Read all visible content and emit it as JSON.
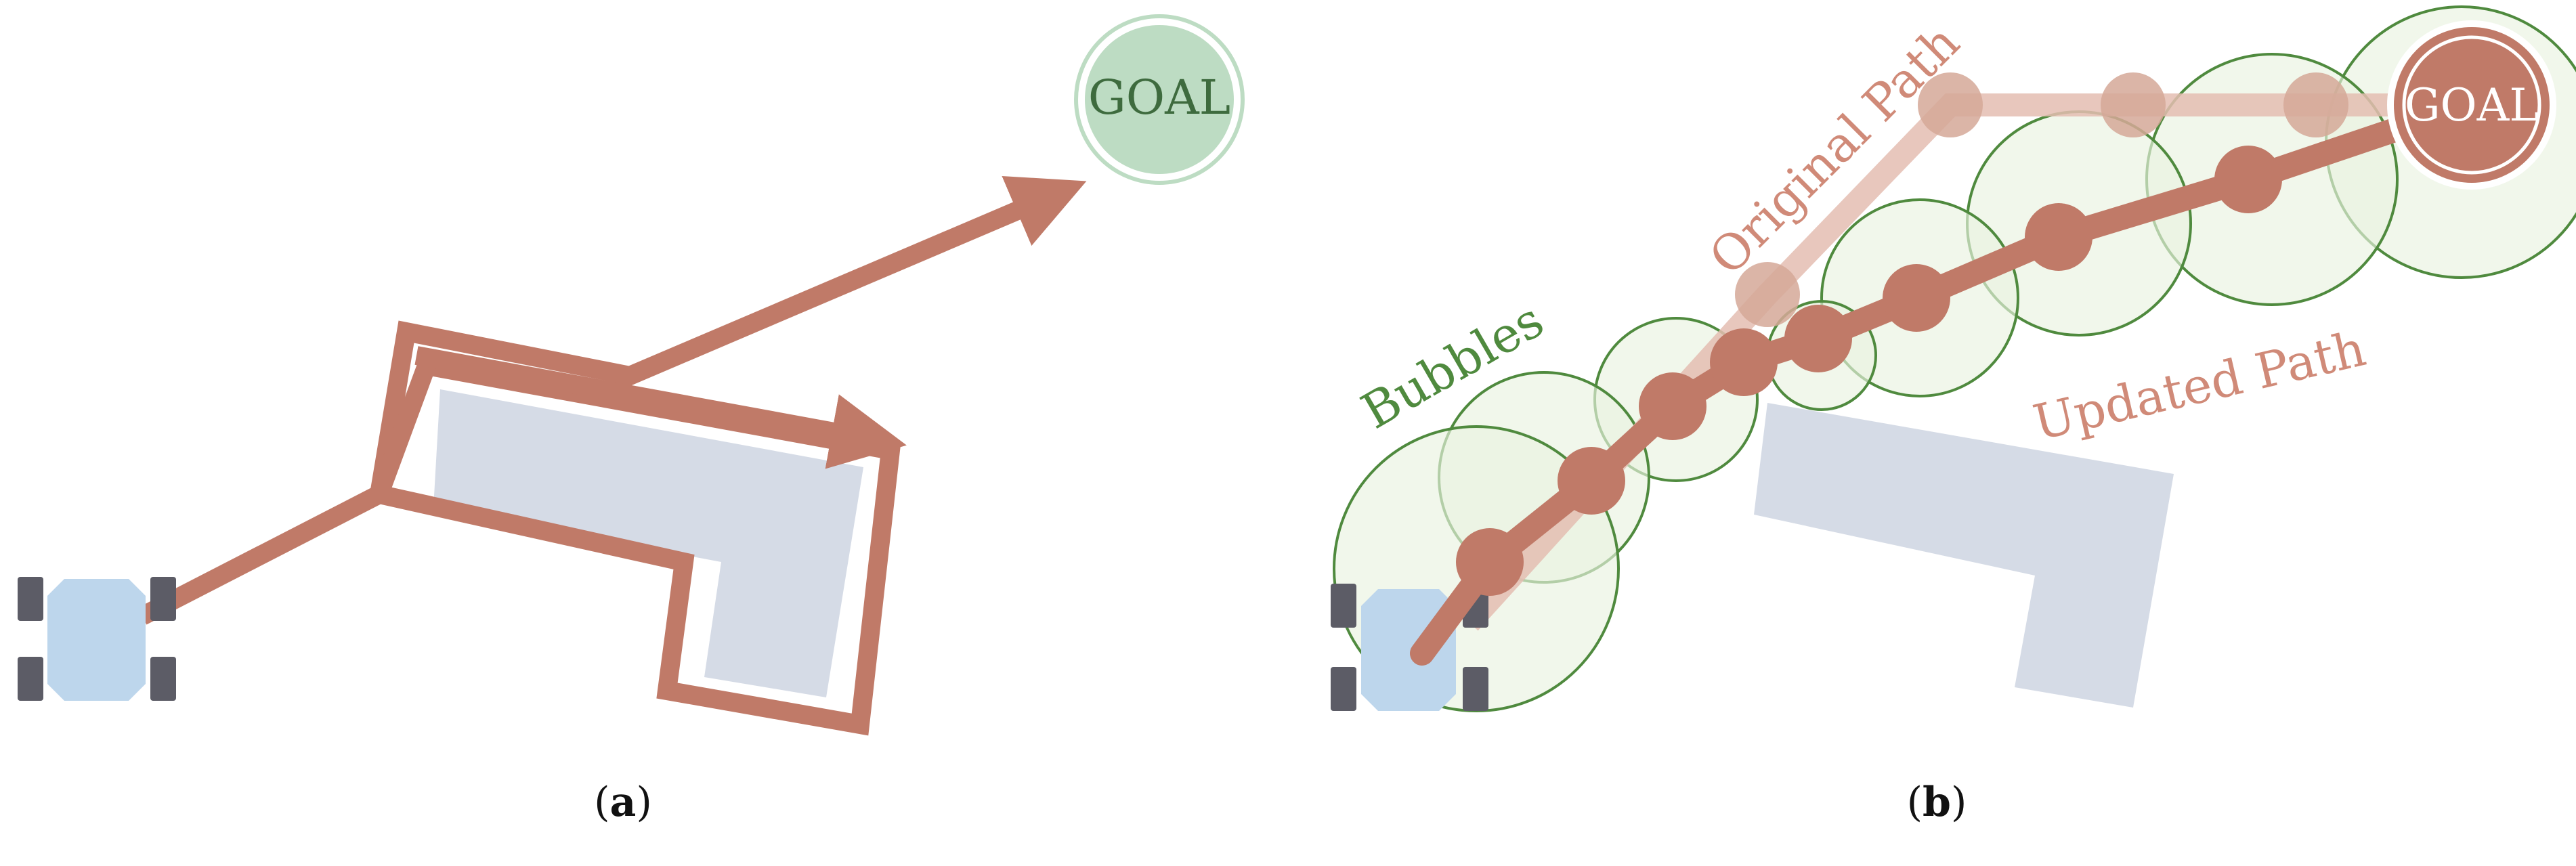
{
  "panel_a": {
    "goal_label": "GOAL",
    "caption_letter": "a"
  },
  "panel_b": {
    "goal_label": "GOAL",
    "original_path_label": "Original Path",
    "updated_path_label": "Updated Path",
    "bubbles_label": "Bubbles",
    "caption_letter": "b"
  },
  "colors": {
    "path": "#c07a68",
    "original_path": "#e4bdb2",
    "obstacle": "#d5dbe6",
    "robot_body": "#bdd6ec",
    "robot_wheel": "#5c5c66",
    "goal_green": "#bddcc3",
    "goal_green_text": "#3e6b3e",
    "bubble_fill": "#e9f3e1",
    "bubble_stroke": "#4f8a3e",
    "bubble_label": "#4f8a3e"
  }
}
